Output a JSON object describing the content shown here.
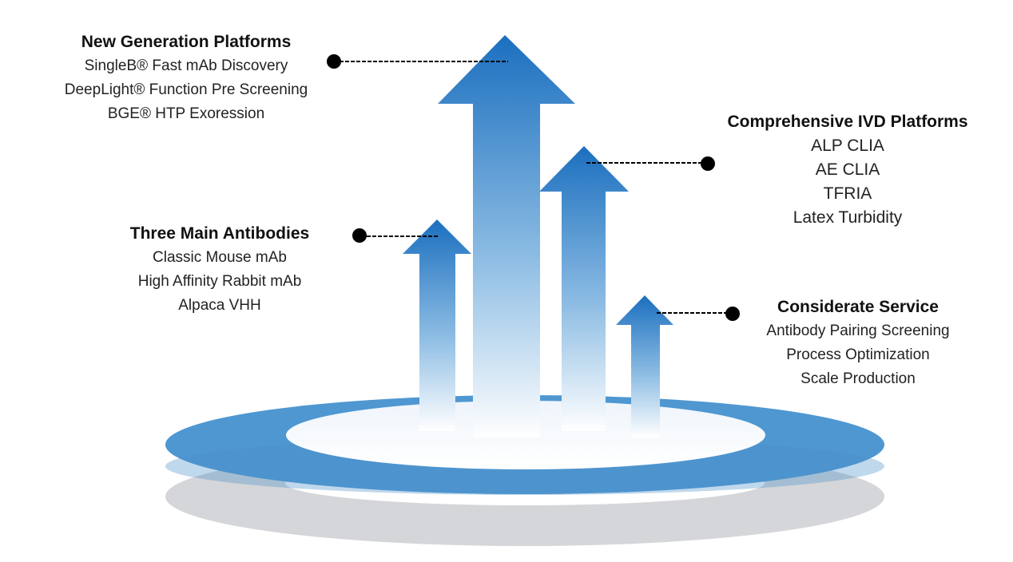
{
  "groups": {
    "new_generation": {
      "title": "New Generation Platforms",
      "items": [
        "SingleB® Fast mAb Discovery",
        "DeepLight® Function Pre Screening",
        "BGE® HTP Exoression"
      ]
    },
    "three_main": {
      "title": "Three Main Antibodies",
      "items": [
        "Classic Mouse mAb",
        "High Affinity Rabbit mAb",
        "Alpaca VHH"
      ]
    },
    "ivd": {
      "title": "Comprehensive IVD Platforms",
      "items": [
        "ALP CLIA",
        "AE CLIA",
        "TFRIA",
        "Latex Turbidity"
      ]
    },
    "service": {
      "title": "Considerate Service",
      "items": [
        "Antibody Pairing Screening",
        "Process Optimization",
        "Scale Production"
      ]
    }
  },
  "colors": {
    "arrow_top": "#1b6fbf",
    "arrow_bottom": "#ffffff",
    "ring": "#4f97d1",
    "ring_shadow": "#d4d5d8",
    "dot": "#000000"
  }
}
